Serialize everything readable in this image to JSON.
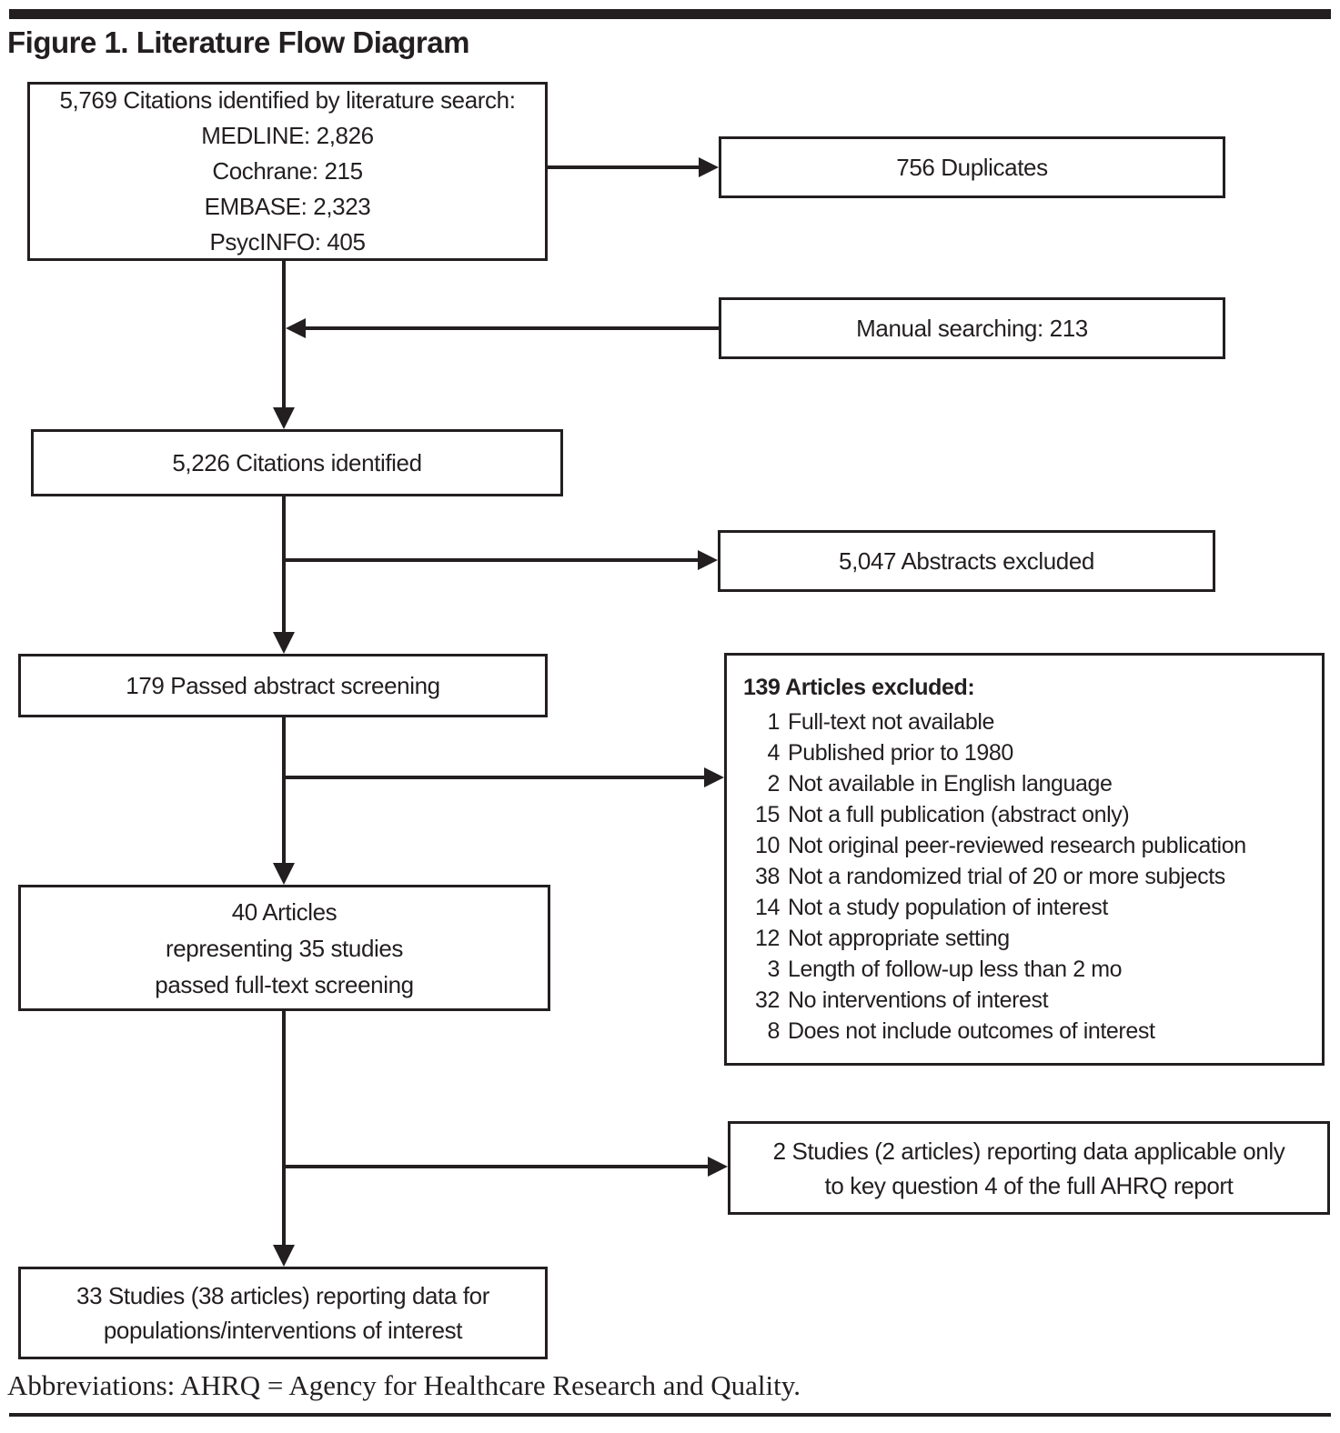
{
  "title": "Figure 1. Literature Flow Diagram",
  "footer": "Abbreviations: AHRQ = Agency for Healthcare Research and Quality.",
  "colors": {
    "ink": "#231f20",
    "background": "#ffffff"
  },
  "nodes": {
    "citations_search": {
      "lines": [
        "5,769 Citations identified by literature search:",
        "MEDLINE: 2,826",
        "Cochrane: 215",
        "EMBASE: 2,323",
        "PsycINFO: 405"
      ]
    },
    "duplicates": {
      "label": "756 Duplicates"
    },
    "manual_searching": {
      "label": "Manual searching: 213"
    },
    "citations_identified": {
      "label": "5,226 Citations identified"
    },
    "abstracts_excluded": {
      "label": "5,047 Abstracts excluded"
    },
    "passed_abstract_screening": {
      "label": "179 Passed abstract screening"
    },
    "articles_excluded": {
      "title": "139 Articles excluded:",
      "items": [
        {
          "count": "1",
          "reason": "Full-text not available"
        },
        {
          "count": "4",
          "reason": "Published prior to 1980"
        },
        {
          "count": "2",
          "reason": "Not available in English language"
        },
        {
          "count": "15",
          "reason": "Not a full publication (abstract only)"
        },
        {
          "count": "10",
          "reason": "Not original peer-reviewed research publication"
        },
        {
          "count": "38",
          "reason": "Not a randomized trial of 20 or more subjects"
        },
        {
          "count": "14",
          "reason": "Not a study population of interest"
        },
        {
          "count": "12",
          "reason": "Not appropriate setting"
        },
        {
          "count": "3",
          "reason": "Length of follow-up less than 2 mo"
        },
        {
          "count": "32",
          "reason": "No interventions of interest"
        },
        {
          "count": "8",
          "reason": "Does not include outcomes of interest"
        }
      ]
    },
    "passed_fulltext": {
      "lines": [
        "40 Articles",
        "representing 35 studies",
        "passed full-text screening"
      ]
    },
    "kq4_only": {
      "lines": [
        "2 Studies (2 articles) reporting data applicable only",
        "to key question 4 of the full AHRQ report"
      ]
    },
    "final_included": {
      "lines": [
        "33 Studies (38 articles) reporting data for",
        "populations/interventions of interest"
      ]
    }
  }
}
